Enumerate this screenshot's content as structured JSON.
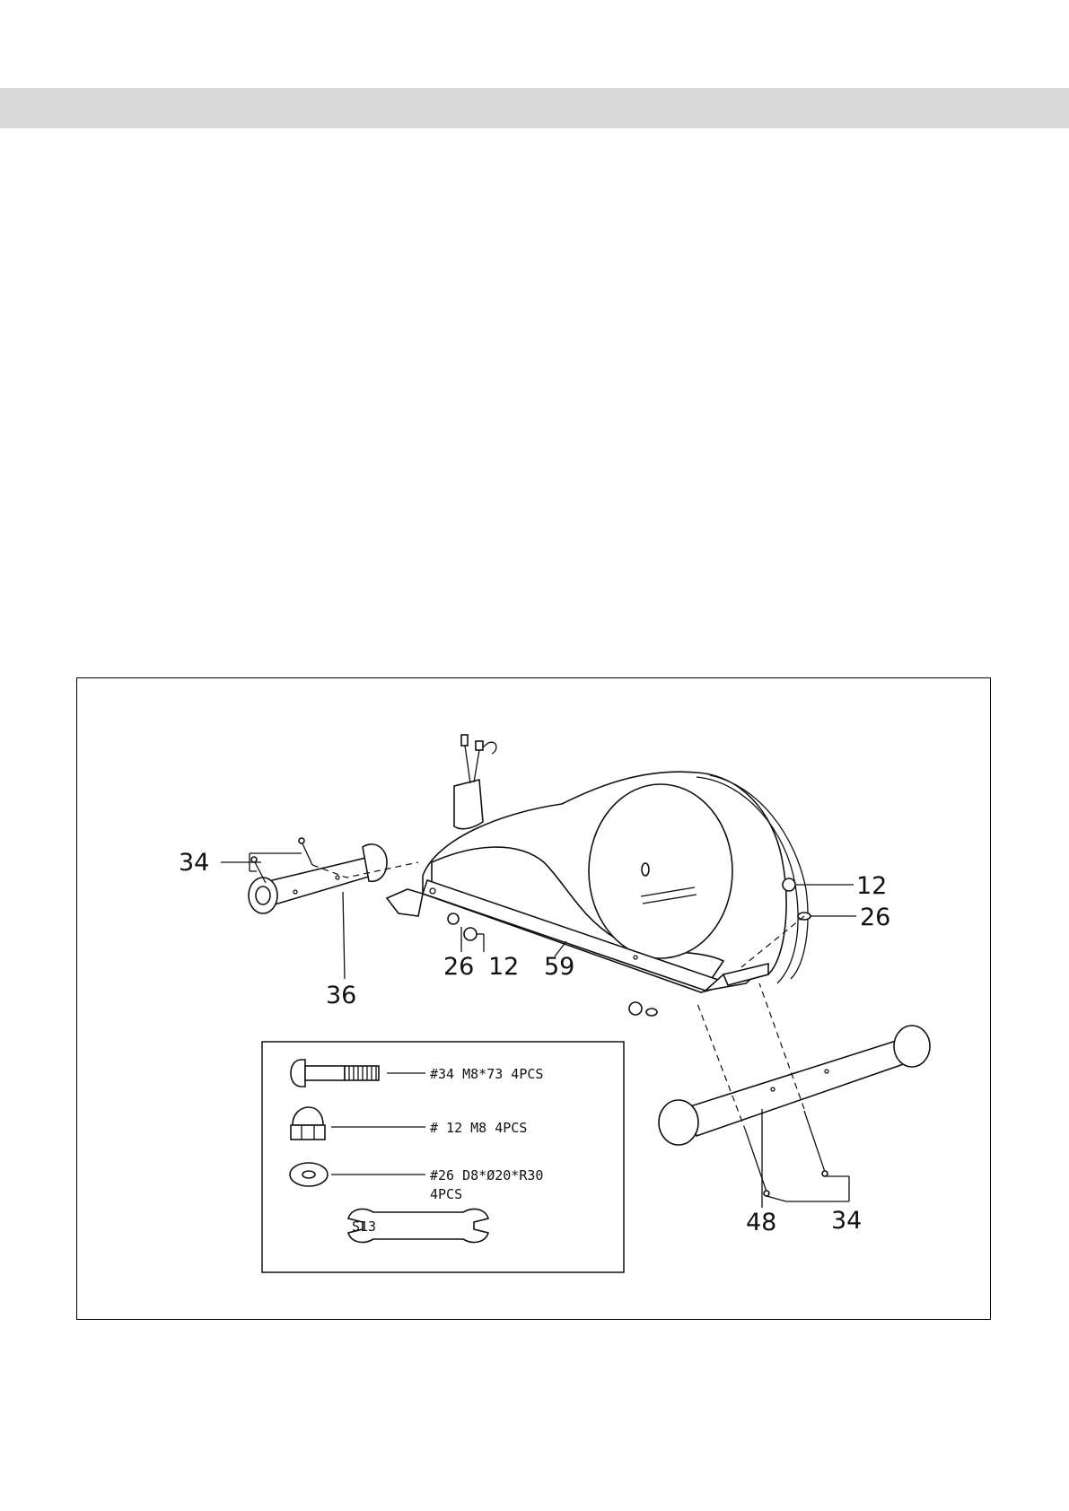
{
  "diagram": {
    "callouts": {
      "c34_left": "34",
      "c36": "36",
      "c26_left": "26",
      "c12_left": "12",
      "c59": "59",
      "c12_right": "12",
      "c26_right": "26",
      "c48": "48",
      "c34_right": "34"
    },
    "hardware": {
      "bolt": "#34  M8*73   4PCS",
      "cap_nut": "# 12  M8   4PCS",
      "washer": "#26   D8*Ø20*R30",
      "washer_qty": "4PCS",
      "wrench": "S13"
    }
  }
}
